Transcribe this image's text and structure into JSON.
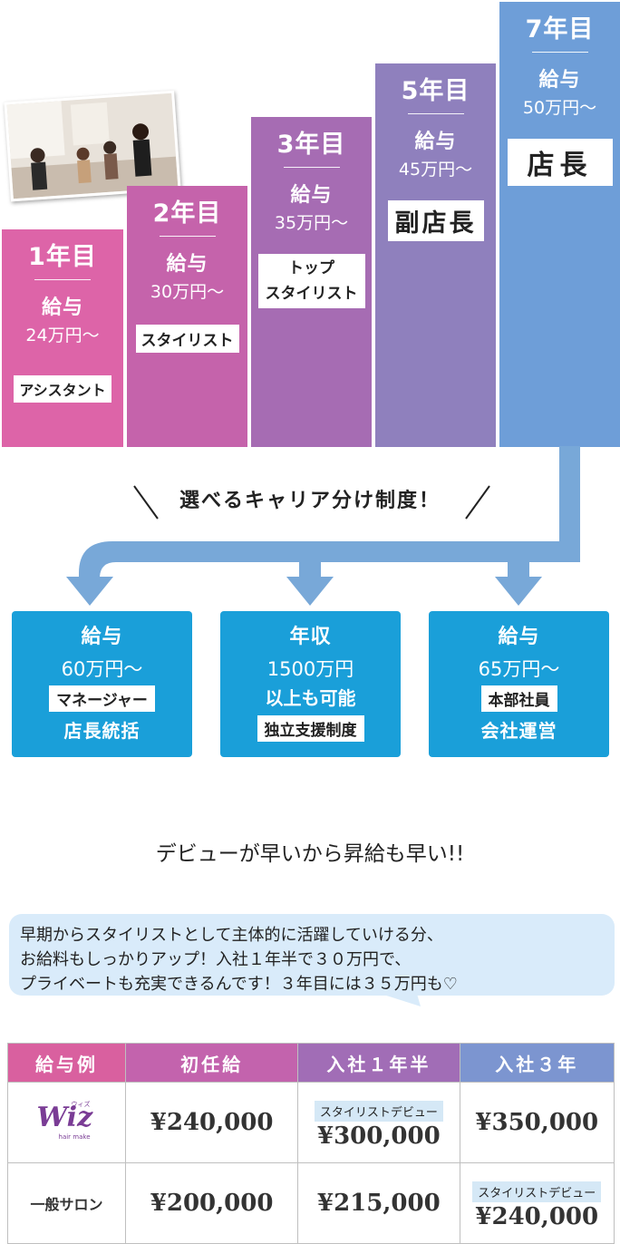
{
  "ladder": [
    {
      "year": "1年目",
      "salary_label": "給与",
      "amount": "24万円〜",
      "role": "アシスタント"
    },
    {
      "year": "2年目",
      "salary_label": "給与",
      "amount": "30万円〜",
      "role": "スタイリスト"
    },
    {
      "year": "3年目",
      "salary_label": "給与",
      "amount": "35万円〜",
      "role_line1": "トップ",
      "role_line2": "スタイリスト"
    },
    {
      "year": "5年目",
      "salary_label": "給与",
      "amount": "45万円〜",
      "role": "副店長"
    },
    {
      "year": "7年目",
      "salary_label": "給与",
      "amount": "50万円〜",
      "role": "店長"
    }
  ],
  "career_heading": "選べるキャリア分け制度！",
  "career_paths": [
    {
      "label": "給与",
      "amount": "60万円〜",
      "role": "マネージャー",
      "sub": "店長統括"
    },
    {
      "label": "年収",
      "amount": "1500万円",
      "amount2": "以上も可能",
      "role": "独立支援制度"
    },
    {
      "label": "給与",
      "amount": "65万円〜",
      "role": "本部社員",
      "sub": "会社運営"
    }
  ],
  "debut_heading": "デビューが早いから昇給も早い!!",
  "bubble_lines": [
    "早期からスタイリストとして主体的に活躍していける分、",
    "お給料もしっかりアップ！入社１年半で３０万円で、",
    "プライベートも充実できるんです！３年目には３５万円も♡"
  ],
  "table": {
    "headers": [
      "給与例",
      "初任給",
      "入社１年半",
      "入社３年"
    ],
    "rows": [
      {
        "name_logo": "Wiz",
        "logo_sub": "hair make",
        "logo_kana": "ウィズ",
        "start": "¥240,000",
        "y15_tag": "スタイリストデビュー",
        "y15": "¥300,000",
        "y3": "¥350,000"
      },
      {
        "name": "一般サロン",
        "start": "¥200,000",
        "y15": "¥215,000",
        "y3_tag": "スタイリストデビュー",
        "y3": "¥240,000"
      }
    ]
  },
  "colors": {
    "pink": "#dd64a8",
    "purple": "#a66cb3",
    "blue": "#6e9ed8",
    "cyan": "#1a9fd9",
    "arrow": "#78a8d8"
  }
}
